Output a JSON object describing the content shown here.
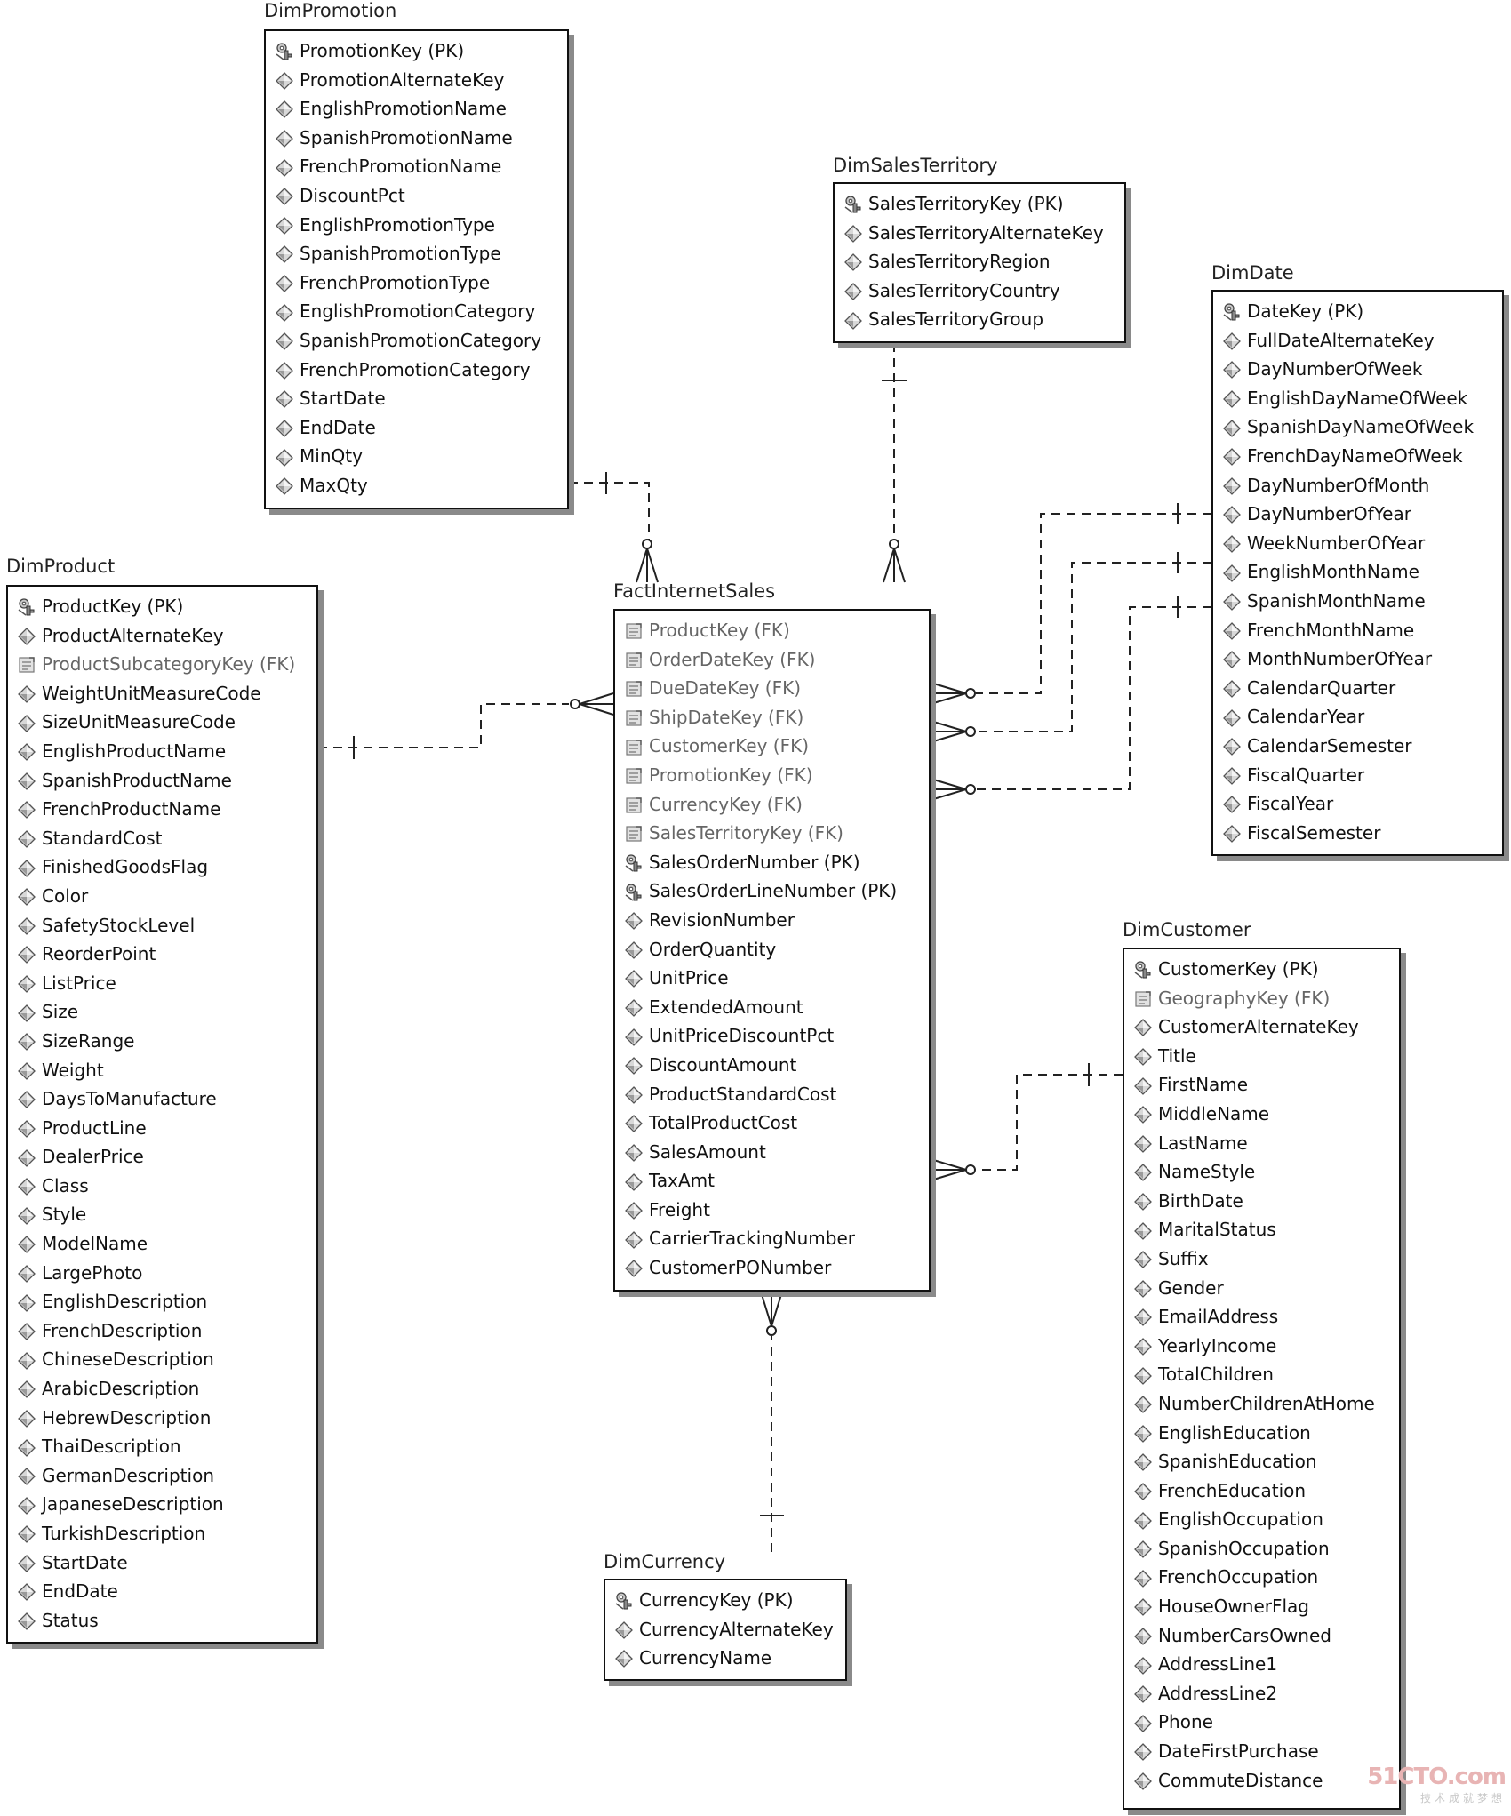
{
  "entities": {
    "promotion": {
      "name": "DimPromotion",
      "attributes": [
        {
          "label": "PromotionKey (PK)",
          "kind": "pk"
        },
        {
          "label": "PromotionAlternateKey",
          "kind": "attr"
        },
        {
          "label": "EnglishPromotionName",
          "kind": "attr"
        },
        {
          "label": "SpanishPromotionName",
          "kind": "attr"
        },
        {
          "label": "FrenchPromotionName",
          "kind": "attr"
        },
        {
          "label": "DiscountPct",
          "kind": "attr"
        },
        {
          "label": "EnglishPromotionType",
          "kind": "attr"
        },
        {
          "label": "SpanishPromotionType",
          "kind": "attr"
        },
        {
          "label": "FrenchPromotionType",
          "kind": "attr"
        },
        {
          "label": "EnglishPromotionCategory",
          "kind": "attr"
        },
        {
          "label": "SpanishPromotionCategory",
          "kind": "attr"
        },
        {
          "label": "FrenchPromotionCategory",
          "kind": "attr"
        },
        {
          "label": "StartDate",
          "kind": "attr"
        },
        {
          "label": "EndDate",
          "kind": "attr"
        },
        {
          "label": "MinQty",
          "kind": "attr"
        },
        {
          "label": "MaxQty",
          "kind": "attr"
        }
      ]
    },
    "salesTerritory": {
      "name": "DimSalesTerritory",
      "attributes": [
        {
          "label": "SalesTerritoryKey (PK)",
          "kind": "pk"
        },
        {
          "label": "SalesTerritoryAlternateKey",
          "kind": "attr"
        },
        {
          "label": "SalesTerritoryRegion",
          "kind": "attr"
        },
        {
          "label": "SalesTerritoryCountry",
          "kind": "attr"
        },
        {
          "label": "SalesTerritoryGroup",
          "kind": "attr"
        }
      ]
    },
    "date": {
      "name": "DimDate",
      "attributes": [
        {
          "label": "DateKey (PK)",
          "kind": "pk"
        },
        {
          "label": "FullDateAlternateKey",
          "kind": "attr"
        },
        {
          "label": "DayNumberOfWeek",
          "kind": "attr"
        },
        {
          "label": "EnglishDayNameOfWeek",
          "kind": "attr"
        },
        {
          "label": "SpanishDayNameOfWeek",
          "kind": "attr"
        },
        {
          "label": "FrenchDayNameOfWeek",
          "kind": "attr"
        },
        {
          "label": "DayNumberOfMonth",
          "kind": "attr"
        },
        {
          "label": "DayNumberOfYear",
          "kind": "attr"
        },
        {
          "label": "WeekNumberOfYear",
          "kind": "attr"
        },
        {
          "label": "EnglishMonthName",
          "kind": "attr"
        },
        {
          "label": "SpanishMonthName",
          "kind": "attr"
        },
        {
          "label": "FrenchMonthName",
          "kind": "attr"
        },
        {
          "label": "MonthNumberOfYear",
          "kind": "attr"
        },
        {
          "label": "CalendarQuarter",
          "kind": "attr"
        },
        {
          "label": "CalendarYear",
          "kind": "attr"
        },
        {
          "label": "CalendarSemester",
          "kind": "attr"
        },
        {
          "label": "FiscalQuarter",
          "kind": "attr"
        },
        {
          "label": "FiscalYear",
          "kind": "attr"
        },
        {
          "label": "FiscalSemester",
          "kind": "attr"
        }
      ]
    },
    "product": {
      "name": "DimProduct",
      "attributes": [
        {
          "label": "ProductKey (PK)",
          "kind": "pk"
        },
        {
          "label": "ProductAlternateKey",
          "kind": "attr"
        },
        {
          "label": "ProductSubcategoryKey (FK)",
          "kind": "fk"
        },
        {
          "label": "WeightUnitMeasureCode",
          "kind": "attr"
        },
        {
          "label": "SizeUnitMeasureCode",
          "kind": "attr"
        },
        {
          "label": "EnglishProductName",
          "kind": "attr"
        },
        {
          "label": "SpanishProductName",
          "kind": "attr"
        },
        {
          "label": "FrenchProductName",
          "kind": "attr"
        },
        {
          "label": "StandardCost",
          "kind": "attr"
        },
        {
          "label": "FinishedGoodsFlag",
          "kind": "attr"
        },
        {
          "label": "Color",
          "kind": "attr"
        },
        {
          "label": "SafetyStockLevel",
          "kind": "attr"
        },
        {
          "label": "ReorderPoint",
          "kind": "attr"
        },
        {
          "label": "ListPrice",
          "kind": "attr"
        },
        {
          "label": "Size",
          "kind": "attr"
        },
        {
          "label": "SizeRange",
          "kind": "attr"
        },
        {
          "label": "Weight",
          "kind": "attr"
        },
        {
          "label": "DaysToManufacture",
          "kind": "attr"
        },
        {
          "label": "ProductLine",
          "kind": "attr"
        },
        {
          "label": "DealerPrice",
          "kind": "attr"
        },
        {
          "label": "Class",
          "kind": "attr"
        },
        {
          "label": "Style",
          "kind": "attr"
        },
        {
          "label": "ModelName",
          "kind": "attr"
        },
        {
          "label": "LargePhoto",
          "kind": "attr"
        },
        {
          "label": "EnglishDescription",
          "kind": "attr"
        },
        {
          "label": "FrenchDescription",
          "kind": "attr"
        },
        {
          "label": "ChineseDescription",
          "kind": "attr"
        },
        {
          "label": "ArabicDescription",
          "kind": "attr"
        },
        {
          "label": "HebrewDescription",
          "kind": "attr"
        },
        {
          "label": "ThaiDescription",
          "kind": "attr"
        },
        {
          "label": "GermanDescription",
          "kind": "attr"
        },
        {
          "label": "JapaneseDescription",
          "kind": "attr"
        },
        {
          "label": "TurkishDescription",
          "kind": "attr"
        },
        {
          "label": "StartDate",
          "kind": "attr"
        },
        {
          "label": "EndDate",
          "kind": "attr"
        },
        {
          "label": "Status",
          "kind": "attr"
        }
      ]
    },
    "fact": {
      "name": "FactInternetSales",
      "attributes": [
        {
          "label": "ProductKey (FK)",
          "kind": "fk"
        },
        {
          "label": "OrderDateKey (FK)",
          "kind": "fk"
        },
        {
          "label": "DueDateKey (FK)",
          "kind": "fk"
        },
        {
          "label": "ShipDateKey (FK)",
          "kind": "fk"
        },
        {
          "label": "CustomerKey (FK)",
          "kind": "fk"
        },
        {
          "label": "PromotionKey (FK)",
          "kind": "fk"
        },
        {
          "label": "CurrencyKey (FK)",
          "kind": "fk"
        },
        {
          "label": "SalesTerritoryKey (FK)",
          "kind": "fk"
        },
        {
          "label": "SalesOrderNumber (PK)",
          "kind": "pk"
        },
        {
          "label": "SalesOrderLineNumber (PK)",
          "kind": "pk"
        },
        {
          "label": "RevisionNumber",
          "kind": "attr"
        },
        {
          "label": "OrderQuantity",
          "kind": "attr"
        },
        {
          "label": "UnitPrice",
          "kind": "attr"
        },
        {
          "label": "ExtendedAmount",
          "kind": "attr"
        },
        {
          "label": "UnitPriceDiscountPct",
          "kind": "attr"
        },
        {
          "label": "DiscountAmount",
          "kind": "attr"
        },
        {
          "label": "ProductStandardCost",
          "kind": "attr"
        },
        {
          "label": "TotalProductCost",
          "kind": "attr"
        },
        {
          "label": "SalesAmount",
          "kind": "attr"
        },
        {
          "label": "TaxAmt",
          "kind": "attr"
        },
        {
          "label": "Freight",
          "kind": "attr"
        },
        {
          "label": "CarrierTrackingNumber",
          "kind": "attr"
        },
        {
          "label": "CustomerPONumber",
          "kind": "attr"
        }
      ]
    },
    "customer": {
      "name": "DimCustomer",
      "attributes": [
        {
          "label": "CustomerKey (PK)",
          "kind": "pk"
        },
        {
          "label": "GeographyKey (FK)",
          "kind": "fk"
        },
        {
          "label": "CustomerAlternateKey",
          "kind": "attr"
        },
        {
          "label": "Title",
          "kind": "attr"
        },
        {
          "label": "FirstName",
          "kind": "attr"
        },
        {
          "label": "MiddleName",
          "kind": "attr"
        },
        {
          "label": "LastName",
          "kind": "attr"
        },
        {
          "label": "NameStyle",
          "kind": "attr"
        },
        {
          "label": "BirthDate",
          "kind": "attr"
        },
        {
          "label": "MaritalStatus",
          "kind": "attr"
        },
        {
          "label": "Suffix",
          "kind": "attr"
        },
        {
          "label": "Gender",
          "kind": "attr"
        },
        {
          "label": "EmailAddress",
          "kind": "attr"
        },
        {
          "label": "YearlyIncome",
          "kind": "attr"
        },
        {
          "label": "TotalChildren",
          "kind": "attr"
        },
        {
          "label": "NumberChildrenAtHome",
          "kind": "attr"
        },
        {
          "label": "EnglishEducation",
          "kind": "attr"
        },
        {
          "label": "SpanishEducation",
          "kind": "attr"
        },
        {
          "label": "FrenchEducation",
          "kind": "attr"
        },
        {
          "label": "EnglishOccupation",
          "kind": "attr"
        },
        {
          "label": "SpanishOccupation",
          "kind": "attr"
        },
        {
          "label": "FrenchOccupation",
          "kind": "attr"
        },
        {
          "label": "HouseOwnerFlag",
          "kind": "attr"
        },
        {
          "label": "NumberCarsOwned",
          "kind": "attr"
        },
        {
          "label": "AddressLine1",
          "kind": "attr"
        },
        {
          "label": "AddressLine2",
          "kind": "attr"
        },
        {
          "label": "Phone",
          "kind": "attr"
        },
        {
          "label": "DateFirstPurchase",
          "kind": "attr"
        },
        {
          "label": "CommuteDistance",
          "kind": "attr"
        }
      ]
    },
    "currency": {
      "name": "DimCurrency",
      "attributes": [
        {
          "label": "CurrencyKey (PK)",
          "kind": "pk"
        },
        {
          "label": "CurrencyAlternateKey",
          "kind": "attr"
        },
        {
          "label": "CurrencyName",
          "kind": "attr"
        }
      ]
    }
  },
  "relationships": [
    {
      "from": "promotion",
      "to": "fact",
      "cardinality": "one-to-many"
    },
    {
      "from": "salesTerritory",
      "to": "fact",
      "cardinality": "one-to-many"
    },
    {
      "from": "product",
      "to": "fact",
      "cardinality": "one-to-many"
    },
    {
      "from": "date",
      "to": "fact",
      "cardinality": "one-to-many",
      "role": "OrderDateKey"
    },
    {
      "from": "date",
      "to": "fact",
      "cardinality": "one-to-many",
      "role": "DueDateKey"
    },
    {
      "from": "date",
      "to": "fact",
      "cardinality": "one-to-many",
      "role": "ShipDateKey"
    },
    {
      "from": "customer",
      "to": "fact",
      "cardinality": "one-to-many"
    },
    {
      "from": "currency",
      "to": "fact",
      "cardinality": "one-to-many"
    }
  ],
  "watermark": {
    "logo": "51CTO.com",
    "subtitle": "技术成就梦想"
  }
}
